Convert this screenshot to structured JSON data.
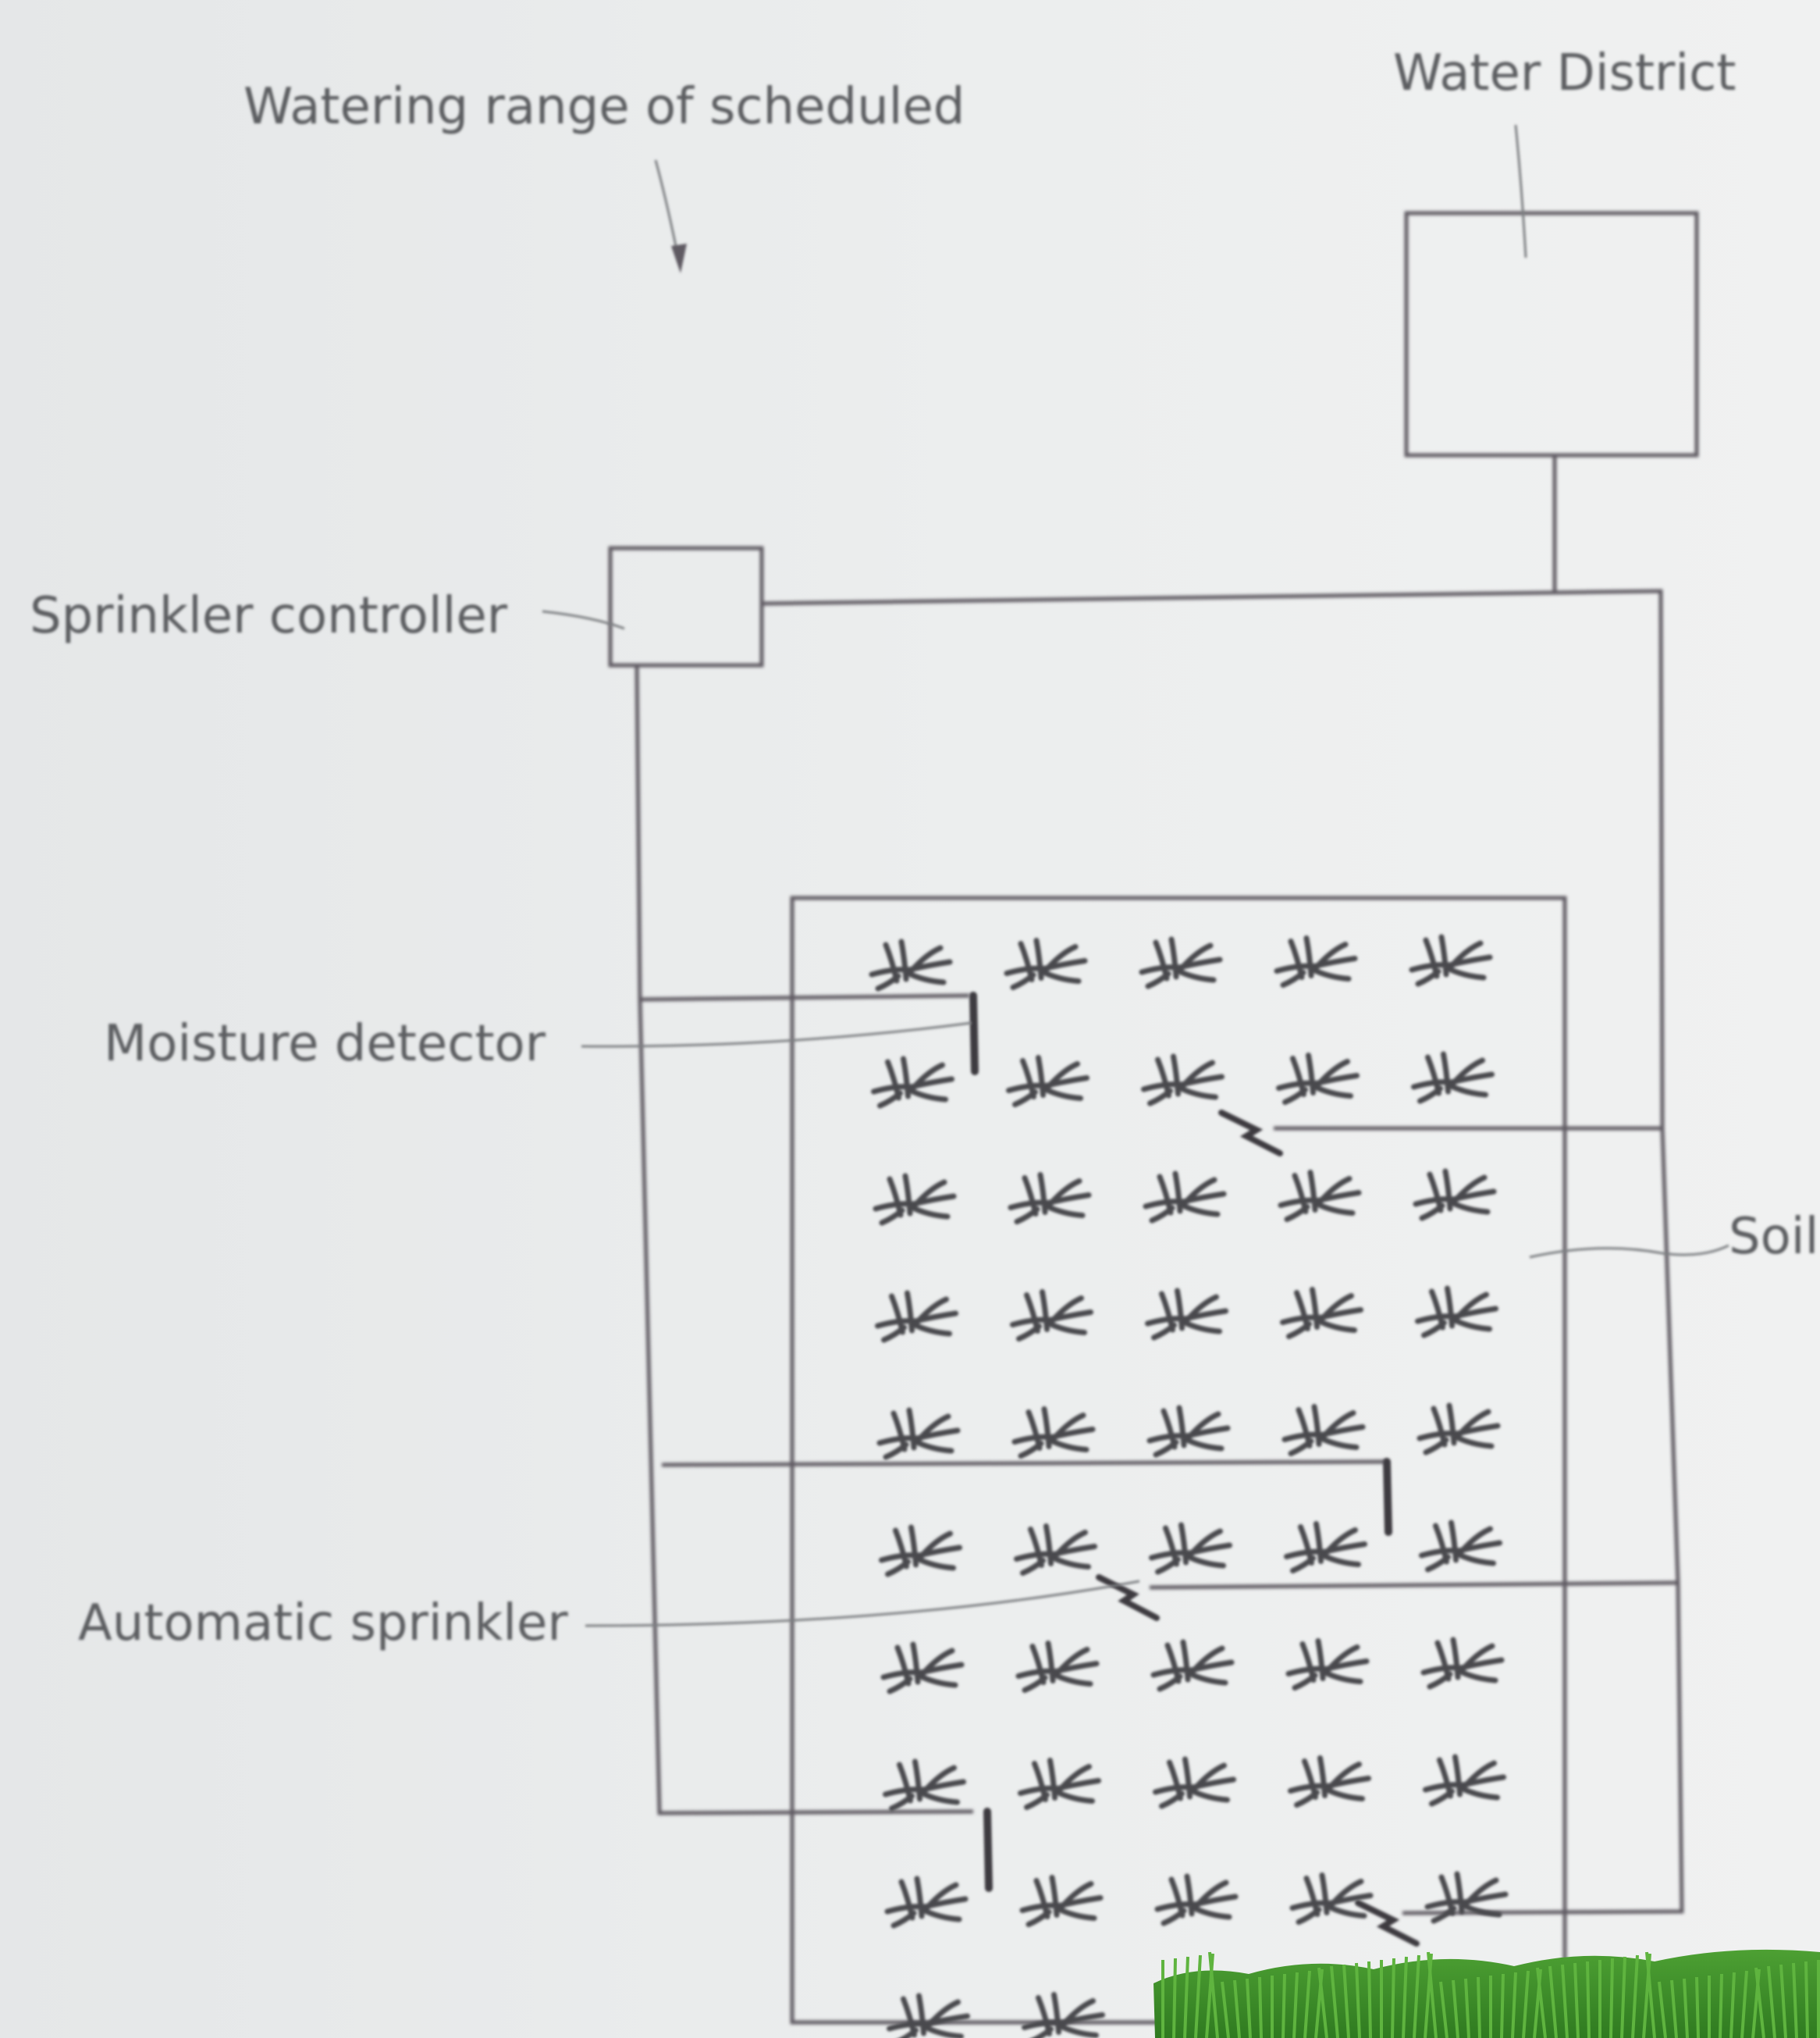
{
  "labels": {
    "watering_range": "Watering range of scheduled",
    "water_district": "Water District",
    "sprinkler_controller": "Sprinkler controller",
    "moisture_detector": "Moisture detector",
    "soil": "Soil",
    "automatic_sprinkler": "Automatic sprinkler"
  },
  "field": {
    "plant_rows": 10,
    "plant_cols": 5
  },
  "colors": {
    "line": "#5e5a62",
    "text": "#5b5d60",
    "grass": "#3f8f2c"
  }
}
